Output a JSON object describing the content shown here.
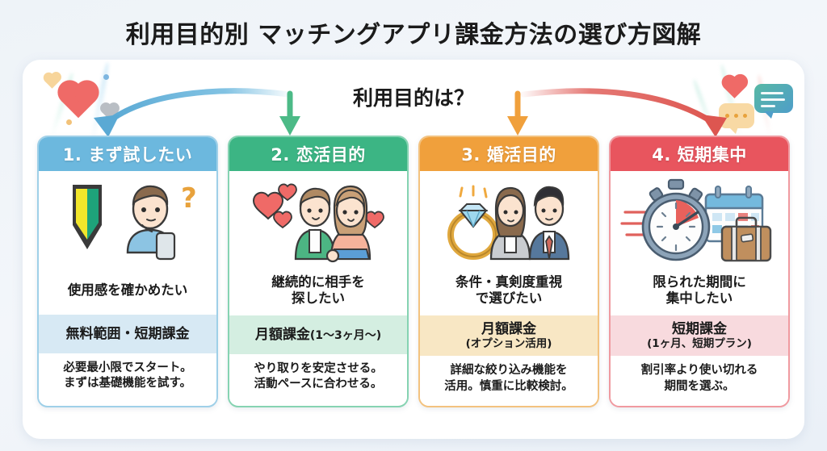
{
  "title": "利用目的別 マッチングアプリ課金方法の選び方図解",
  "subtitle": "利用目的は？",
  "colors": {
    "background": "#eef3f7",
    "panel": "#ffffff",
    "card1": "#6cb8de",
    "card2": "#3cb584",
    "card3": "#f0a03c",
    "card4": "#e8555e",
    "card1_band": "#d7e9f4",
    "card2_band": "#d4eee1",
    "card3_band": "#f8e7c4",
    "card4_band": "#f8dade"
  },
  "decorations": {
    "left": [
      {
        "name": "heart-large-red",
        "color": "#ef6a67"
      },
      {
        "name": "heart-small-orange",
        "color": "#f7d59b"
      },
      {
        "name": "heart-small-gray",
        "color": "#b9bec4"
      },
      {
        "name": "dot-blue",
        "color": "#7db6e0"
      },
      {
        "name": "dot-orange",
        "color": "#f2c279"
      }
    ],
    "right": [
      {
        "name": "heart-small-red",
        "color": "#ef6a67"
      },
      {
        "name": "chat-bubble-teal",
        "color": "#4aa89a"
      },
      {
        "name": "chat-bubble-orange",
        "color": "#f7d7a0"
      }
    ]
  },
  "arrows": [
    {
      "name": "arrow-to-card-1",
      "color": "#6cb8de",
      "direction": "curve-left"
    },
    {
      "name": "arrow-to-card-2",
      "color": "#4cba87",
      "direction": "down"
    },
    {
      "name": "arrow-to-card-3",
      "color": "#f0a03c",
      "direction": "down"
    },
    {
      "name": "arrow-to-card-4",
      "color": "#e05a55",
      "direction": "curve-right"
    }
  ],
  "cards": [
    {
      "id": "card-1",
      "header": "1. まず試したい",
      "accent": "#6cb8de",
      "band": "#d7e9f4",
      "illustration": "beginner-mark-and-person-with-phone",
      "want": "使用感を確かめたい",
      "want_lines": [
        "使用感を確かめたい"
      ],
      "plan": "無料範囲・短期課金",
      "plan_sub": "",
      "note_lines": [
        "必要最小限でスタート。",
        "まずは基礎機能を試す。"
      ]
    },
    {
      "id": "card-2",
      "header": "2. 恋活目的",
      "accent": "#3cb584",
      "band": "#d4eee1",
      "illustration": "couple-holding-hands-with-hearts",
      "want": "継続的に相手を探したい",
      "want_lines": [
        "継続的に相手を",
        "探したい"
      ],
      "plan": "月額課金",
      "plan_sub": "(1〜3ヶ月〜)",
      "note_lines": [
        "やり取りを安定させる。",
        "活動ペースに合わせる。"
      ]
    },
    {
      "id": "card-3",
      "header": "3. 婚活目的",
      "accent": "#f0a03c",
      "band": "#f8e7c4",
      "illustration": "diamond-ring-and-formal-couple",
      "want": "条件・真剣度重視で選びたい",
      "want_lines": [
        "条件・真剣度重視",
        "で選びたい"
      ],
      "plan": "月額課金",
      "plan_sub": "(オプション活用)",
      "note_lines": [
        "詳細な絞り込み機能を",
        "活用。慎重に比較検討。"
      ]
    },
    {
      "id": "card-4",
      "header": "4. 短期集中",
      "accent": "#e8555e",
      "band": "#f8dade",
      "illustration": "stopwatch-calendar-briefcase",
      "want": "限られた期間に集中したい",
      "want_lines": [
        "限られた期間に",
        "集中したい"
      ],
      "plan": "短期課金",
      "plan_sub": "(1ヶ月、短期プラン)",
      "note_lines": [
        "割引率より使い切れる",
        "期間を選ぶ。"
      ]
    }
  ]
}
